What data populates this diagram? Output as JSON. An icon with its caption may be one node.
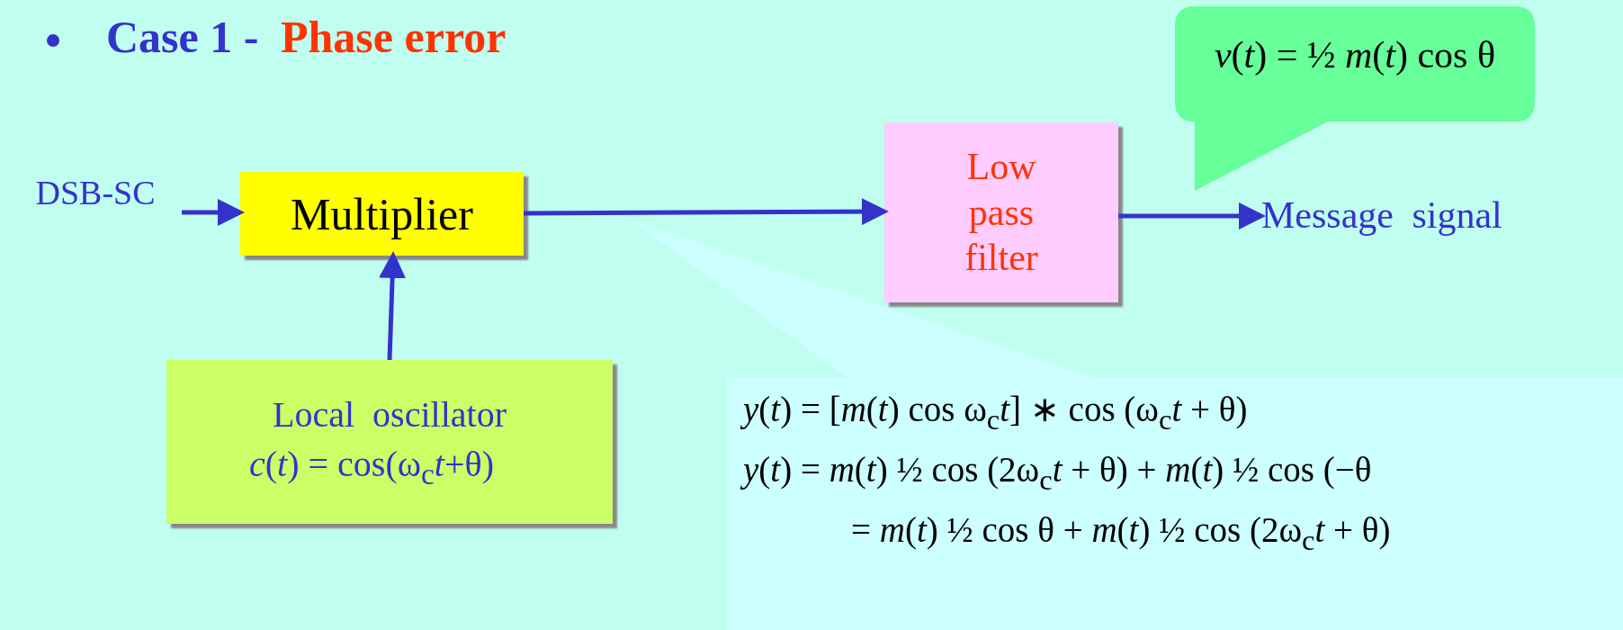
{
  "diagram": {
    "title": "Case 1 -",
    "nodes": [
      {
        "text": [
          "DSB-SC"
        ]
      },
      {
        "text": [
          "Multiplier"
        ]
      },
      {
        "text": [
          "Low pass filter"
        ]
      },
      {
        "text": [
          "Message signal"
        ]
      },
      {
        "text": [
          "Local oscillator",
          "*c*(*t*) = cos(ω$_{c}$*t*+θ)"
        ]
      },
      {
        "text": [
          "*v*(*t*) = ½ *m*(*t*) cos θ"
        ]
      },
      {
        "text": [
          "*y*(*t*) = [*m*(*t*) cos ω$_{c}$*t*] ∗ cos (ω$_{c}$*t* + θ)",
          "*y*(*t*) = *m*(*t*) ½ cos (2ω$_{c}$*t* + θ) + *m*(*t*) ½ cos (−θ",
          "= *m*(*t*) ½ cos θ + *m*(*t*) ½ cos (2ω$_{c}$*t* + θ)"
        ]
      },
      {
        "text": [],
        "shape": "triangle"
      }
    ],
    "edges": [
      {
        "from": 0,
        "to": 1,
        "arrow": "to"
      },
      {
        "from": 1,
        "to": 2,
        "arrow": "to"
      },
      {
        "from": 2,
        "to": 3,
        "arrow": "to"
      },
      {
        "from": 4,
        "to": 1,
        "arrow": "to"
      }
    ],
    "labels": [
      "Phase error"
    ]
  }
}
